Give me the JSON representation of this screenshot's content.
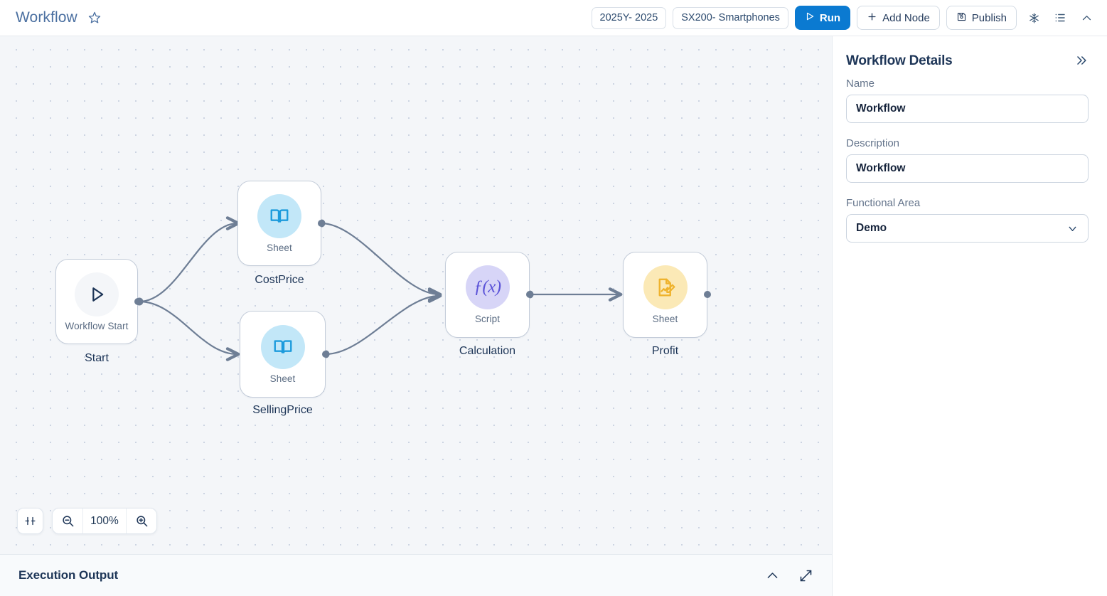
{
  "header": {
    "title": "Workflow",
    "favorite_icon": "star-icon",
    "pills": [
      {
        "label": "2025Y- 2025",
        "name": "year-pill"
      },
      {
        "label": "SX200- Smartphones",
        "name": "product-pill"
      }
    ],
    "run_label": "Run",
    "add_node_label": "Add Node",
    "publish_label": "Publish",
    "icons": [
      "snowflake-icon",
      "list-icon",
      "chevron-up-icon"
    ],
    "accent_color": "#0b7ad1",
    "title_color": "#4a6fa0"
  },
  "canvas": {
    "zoom_level": "100%",
    "fit_view_icon": "fit-view-icon",
    "zoom_out_icon": "zoom-out-icon",
    "zoom_in_icon": "zoom-in-icon",
    "nodes": [
      {
        "id": "start",
        "caption": "Start",
        "subtitle": "Workflow Start",
        "icon": "play-icon",
        "disc_color": "#f4f6f9",
        "icon_color": "#1d3557"
      },
      {
        "id": "costprice",
        "caption": "CostPrice",
        "subtitle": "Sheet",
        "icon": "book-icon",
        "disc_color": "#c2e7f8",
        "icon_color": "#1d9bdc"
      },
      {
        "id": "sellingprice",
        "caption": "SellingPrice",
        "subtitle": "Sheet",
        "icon": "book-icon",
        "disc_color": "#c2e7f8",
        "icon_color": "#1d9bdc"
      },
      {
        "id": "calculation",
        "caption": "Calculation",
        "subtitle": "Script",
        "icon": "function-icon",
        "disc_color": "#d7d5f7",
        "icon_color": "#5b53d8"
      },
      {
        "id": "profit",
        "caption": "Profit",
        "subtitle": "Sheet",
        "icon": "sheet-edit-icon",
        "disc_color": "#fbe9b6",
        "icon_color": "#efb32d"
      }
    ]
  },
  "execution": {
    "title": "Execution Output",
    "collapse_icon": "chevron-up-icon",
    "expand_icon": "expand-icon"
  },
  "panel": {
    "title": "Workflow Details",
    "collapse_icon": "chevrons-right-icon",
    "name_label": "Name",
    "name_value": "Workflow",
    "description_label": "Description",
    "description_value": "Workflow",
    "functional_area_label": "Functional Area",
    "functional_area_value": "Demo",
    "dropdown_icon": "chevron-down-icon"
  }
}
